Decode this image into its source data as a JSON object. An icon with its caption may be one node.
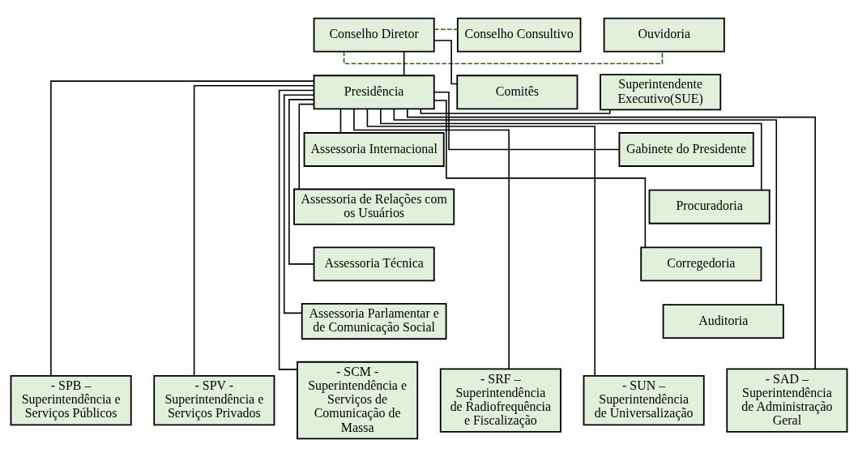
{
  "diagram": {
    "nodes": [
      {
        "text": [
          "Conselho Consultivo"
        ]
      },
      {
        "text": [
          "Conselho Diretor"
        ]
      },
      {
        "text": [
          "Ouvidoria"
        ]
      },
      {
        "text": [
          "Comitês"
        ]
      },
      {
        "text": [
          "Presidência"
        ]
      },
      {
        "text": [
          "Superintendente Executivo(SUE)"
        ]
      },
      {
        "text": [
          "Assessoria Internacional"
        ]
      },
      {
        "text": [
          "Gabinete do Presidente"
        ]
      },
      {
        "text": [
          "Assessoria de Relações com os Usuários"
        ]
      },
      {
        "text": [
          "Procuradoria"
        ]
      },
      {
        "text": [
          "Assessoria Técnica"
        ]
      },
      {
        "text": [
          "Corregedoria"
        ]
      },
      {
        "text": [
          "Assessoria Parlamentar e de Comunicação Social"
        ]
      },
      {
        "text": [
          "Auditoria"
        ]
      },
      {
        "text": [
          "- SPB –",
          "Superintendência e Serviços Públicos"
        ]
      },
      {
        "text": [
          "- SPV -",
          "Superintendência e Serviços Privados"
        ]
      },
      {
        "text": [
          "- SCM -",
          "Superintendência e Serviços de Comunicação de Massa"
        ]
      },
      {
        "text": [
          "- SRF –",
          "Superintendência de Radiofrequência e Fiscalização"
        ]
      },
      {
        "text": [
          "- SUN –",
          "Superintendência de Universalização"
        ]
      },
      {
        "text": [
          "- SAD –",
          "Superintendência de Administração Geral"
        ]
      }
    ],
    "edges": [
      {
        "from": 1,
        "to": 0,
        "arrow": "none",
        "style": "dashed",
        "color": "#375623"
      },
      {
        "from": 1,
        "to": 2,
        "arrow": "none",
        "style": "dashed",
        "color": "#375623"
      },
      {
        "from": 1,
        "to": 3,
        "arrow": "none"
      },
      {
        "from": 1,
        "to": 4,
        "arrow": "none"
      },
      {
        "from": 4,
        "to": 5,
        "arrow": "none"
      },
      {
        "from": 4,
        "to": 6,
        "arrow": "none"
      },
      {
        "from": 4,
        "to": 7,
        "arrow": "none"
      },
      {
        "from": 4,
        "to": 8,
        "arrow": "none"
      },
      {
        "from": 4,
        "to": 9,
        "arrow": "none"
      },
      {
        "from": 4,
        "to": 10,
        "arrow": "none"
      },
      {
        "from": 4,
        "to": 11,
        "arrow": "none"
      },
      {
        "from": 4,
        "to": 12,
        "arrow": "none"
      },
      {
        "from": 4,
        "to": 13,
        "arrow": "none"
      },
      {
        "from": 4,
        "to": 14,
        "arrow": "none"
      },
      {
        "from": 4,
        "to": 15,
        "arrow": "none"
      },
      {
        "from": 4,
        "to": 16,
        "arrow": "none"
      },
      {
        "from": 4,
        "to": 17,
        "arrow": "none"
      },
      {
        "from": 4,
        "to": 18,
        "arrow": "none"
      },
      {
        "from": 4,
        "to": 19,
        "arrow": "none"
      }
    ]
  }
}
